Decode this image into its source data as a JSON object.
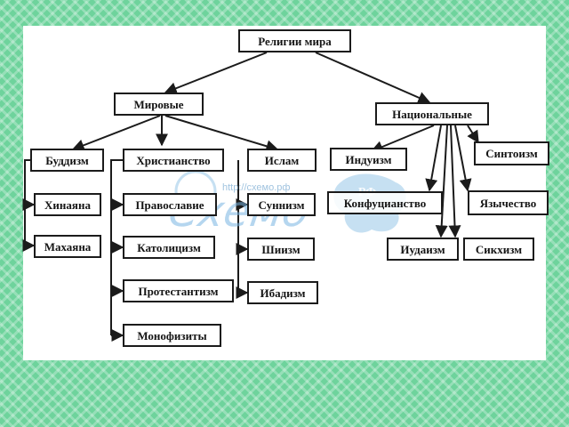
{
  "title": "Религии мира",
  "world": "Мировые",
  "national": "Национальные",
  "buddhism": {
    "label": "Буддизм",
    "children": [
      "Хинаяна",
      "Махаяна"
    ]
  },
  "christianity": {
    "label": "Христианство",
    "children": [
      "Православие",
      "Католицизм",
      "Протестантизм",
      "Монофизиты"
    ]
  },
  "islam": {
    "label": "Ислам",
    "children": [
      "Суннизм",
      "Шиизм",
      "Ибадизм"
    ]
  },
  "national_children": [
    "Индуизм",
    "Конфуцианство",
    "Иудаизм",
    "Сикхизм",
    "Язычество",
    "Синтоизм"
  ],
  "watermark": {
    "url": "http://схемо.рф",
    "logo_text": "Схемо",
    "badge": "РФ"
  },
  "colors": {
    "background": "#6ed39c",
    "line": "#1b1b1b",
    "watermark": "#78b4e1"
  }
}
